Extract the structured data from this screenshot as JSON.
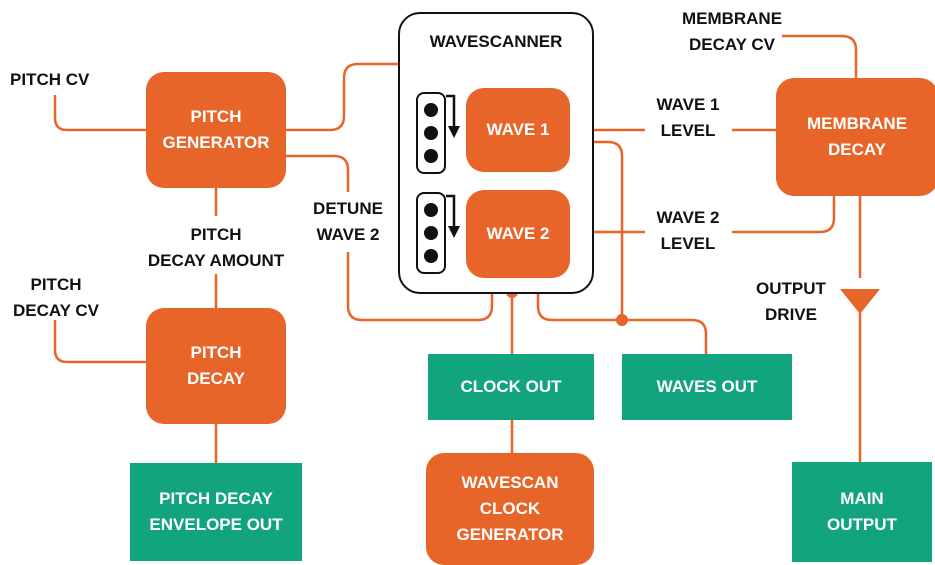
{
  "colors": {
    "orange": "#E8652A",
    "green": "#12A47E",
    "wire": "#E8652A",
    "outline": "#111111"
  },
  "wavescanner": {
    "title": "WAVESCANNER",
    "wave1": "WAVE 1",
    "wave2": "WAVE 2",
    "wave1_icons": [
      "sine-wave-icon",
      "triangle-wave-icon",
      "square-wave-icon"
    ],
    "wave2_icons": [
      "sine-wave-icon",
      "triangle-wave-icon",
      "square-wave-icon"
    ]
  },
  "nodes": {
    "pitch_generator": "PITCH\nGENERATOR",
    "pitch_decay": "PITCH\nDECAY",
    "membrane_decay": "MEMBRANE\nDECAY",
    "wavescan_clock_generator": "WAVESCAN\nCLOCK\nGENERATOR"
  },
  "outputs": {
    "pitch_decay_envelope_out": "PITCH DECAY\nENVELOPE OUT",
    "clock_out": "CLOCK OUT",
    "waves_out": "WAVES OUT",
    "main_output": "MAIN\nOUTPUT"
  },
  "labels": {
    "pitch_cv": "PITCH CV",
    "pitch_decay_amount": "PITCH\nDECAY AMOUNT",
    "pitch_decay_cv": "PITCH\nDECAY CV",
    "detune_wave_2": "DETUNE\nWAVE 2",
    "membrane_decay_cv": "MEMBRANE\nDECAY CV",
    "wave_1_level": "WAVE 1\nLEVEL",
    "wave_2_level": "WAVE 2\nLEVEL",
    "output_drive": "OUTPUT\nDRIVE"
  }
}
